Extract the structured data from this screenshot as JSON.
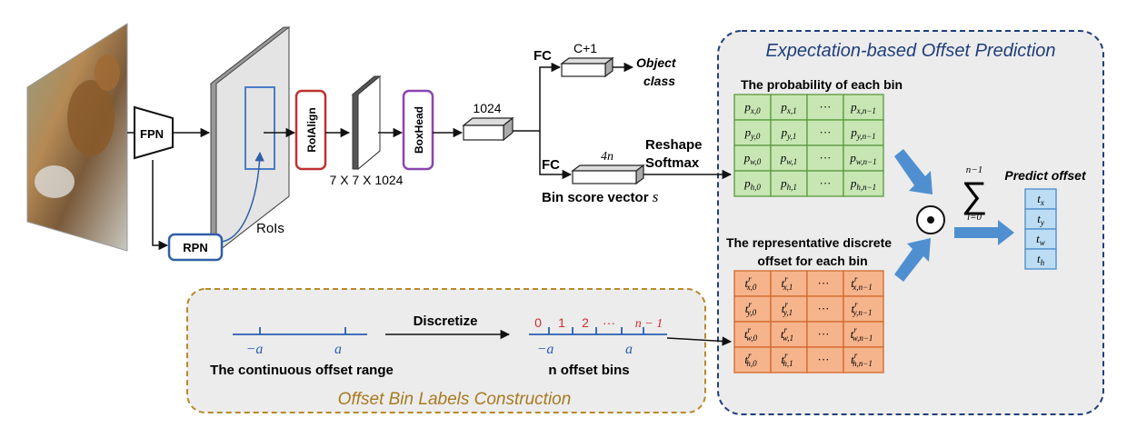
{
  "titles": {
    "expectation": "Expectation-based Offset Prediction",
    "bin_labels": "Offset Bin Labels Construction"
  },
  "pipeline": {
    "fpn": "FPN",
    "rpn": "RPN",
    "rois": "RoIs",
    "roialign": "RoIAlign",
    "roi_size": "7 X 7 X 1024",
    "boxhead": "BoxHead",
    "feat_dim": "1024",
    "fc_cls": "FC",
    "fc_reg": "FC",
    "cls_dim": "C+1",
    "reg_dim": "4n",
    "object_class_1": "Object",
    "object_class_2": "class",
    "bin_score": "Bin score vector ",
    "bin_score_sym": "s",
    "reshape": "Reshape",
    "softmax": "Softmax"
  },
  "prob": {
    "title": "The probability of each bin",
    "rows": [
      {
        "s": "x"
      },
      {
        "s": "y"
      },
      {
        "s": "w"
      },
      {
        "s": "h"
      }
    ],
    "ellipsis": "···"
  },
  "rep": {
    "title1": "The representative discrete",
    "title2": "offset for each bin"
  },
  "sum": {
    "upper": "n−1",
    "lower": "l=0",
    "odot": "⊙"
  },
  "predict": {
    "title": "Predict offset",
    "items": [
      "x",
      "y",
      "w",
      "h"
    ]
  },
  "bins": {
    "continuous_label": "The continuous offset range",
    "neg_a": "−a",
    "pos_a": "a",
    "discretize": "Discretize",
    "bin_labels": [
      "0",
      "1",
      "2",
      "···",
      "n − 1"
    ],
    "n_bins_label": "n offset bins"
  },
  "colors": {
    "green_fill": "#c8e6b4",
    "green_stroke": "#5a9a3c",
    "orange_fill": "#f6b48c",
    "orange_stroke": "#d2692a",
    "blue_arrow": "#4f8fd0",
    "predict_fill": "#bcdcf3",
    "predict_stroke": "#4a8cc8",
    "roialign": "#c03030",
    "boxhead": "#8a44b0",
    "rpn": "#2f5fa8",
    "dash_blue": "#1f3f7a",
    "dash_gold": "#b88a2a",
    "red_label": "#d42a2a",
    "blue_label": "#2a5fb0"
  }
}
